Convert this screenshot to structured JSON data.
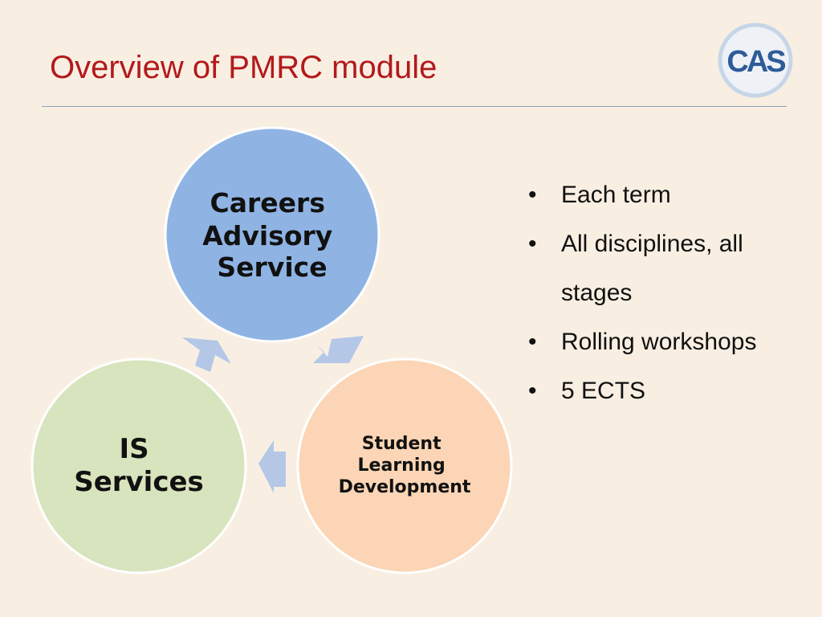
{
  "slide": {
    "title": "Overview of PMRC module",
    "logo_text": "CAS"
  },
  "diagram": {
    "nodes": [
      {
        "id": "careers",
        "lines": [
          "Careers",
          "Advisory",
          "Service"
        ],
        "fill": "#8fb4e3"
      },
      {
        "id": "student",
        "lines": [
          "Student",
          "Learning",
          "Development"
        ],
        "fill": "#fbd5b5"
      },
      {
        "id": "is",
        "lines": [
          "IS",
          "Services"
        ],
        "fill": "#d7e4bd"
      }
    ],
    "arrow_color": "#b4c7e7"
  },
  "bullets": [
    "Each term",
    "All disciplines, all stages",
    "Rolling workshops",
    "5 ECTS"
  ],
  "bullet_glyph": "•",
  "colors": {
    "background": "#f8efe2",
    "title": "#b3191c",
    "rule": "#8da3bd",
    "logo_blue": "#2e5b9a",
    "logo_ring": "#c7d5e8"
  }
}
